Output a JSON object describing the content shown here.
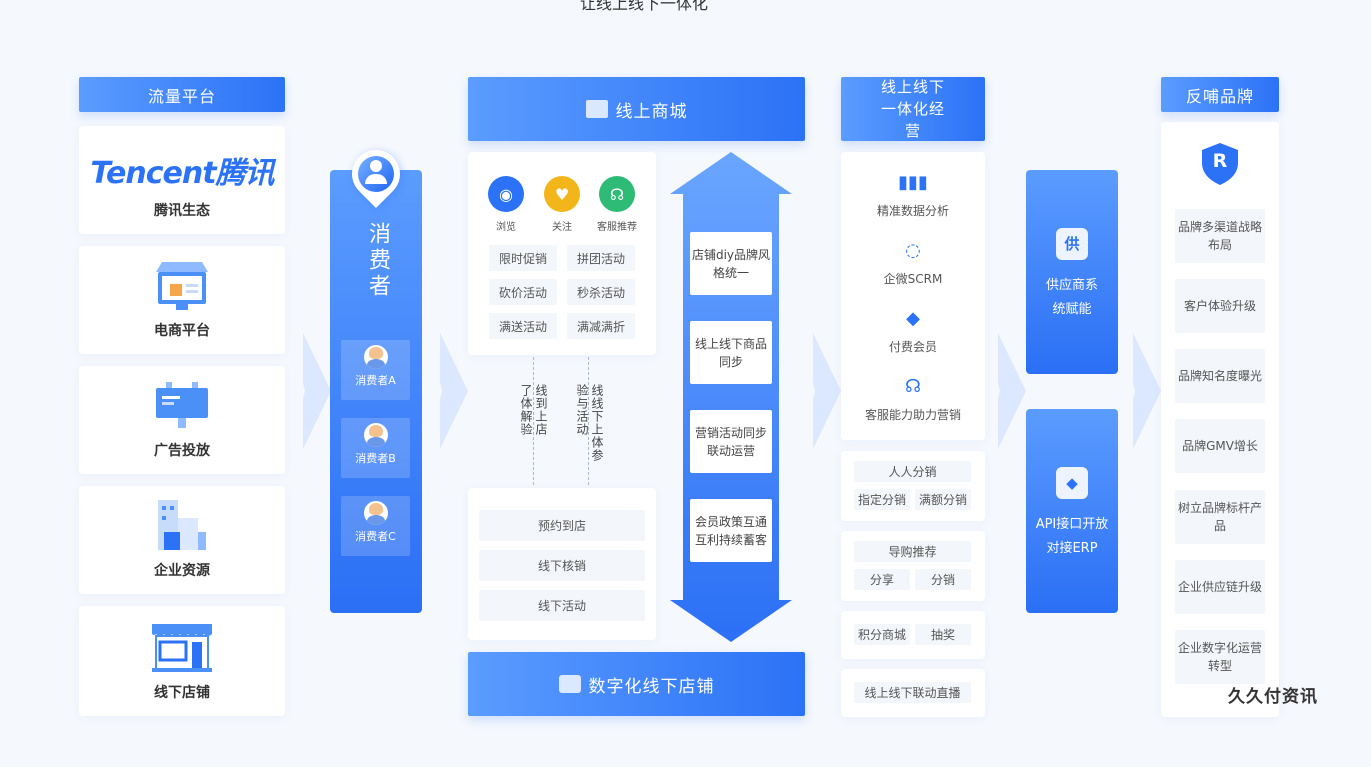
{
  "top_caption": "让线上线下一体化",
  "sources": {
    "header": "流量平台",
    "tencent_logo": "Tencent腾讯",
    "items": [
      {
        "label": "腾讯生态"
      },
      {
        "label": "电商平台"
      },
      {
        "label": "广告投放"
      },
      {
        "label": "企业资源"
      },
      {
        "label": "线下店铺"
      }
    ]
  },
  "consumers": {
    "title": "消费者",
    "items": [
      "消费者A",
      "消费者B",
      "消费者C"
    ]
  },
  "online_mall": {
    "header": "线上商城",
    "icons": [
      "浏览",
      "关注",
      "客服推荐"
    ],
    "tags": [
      "限时促销",
      "拼团活动",
      "砍价活动",
      "秒杀活动",
      "满送活动",
      "满减满折"
    ],
    "online_to_store": "线到上店了体解验",
    "offline_to_online": "线线下上体参验与活动",
    "offline_items": [
      "预约到店",
      "线下核销",
      "线下活动"
    ],
    "bottom_header": "数字化线下店铺"
  },
  "sync": {
    "items": [
      "店铺diy品牌风格统一",
      "线上线下商品同步",
      "营销活动同步联动运营",
      "会员政策互通互利持续蓄客"
    ]
  },
  "operation": {
    "header": "线上线下一体化经营",
    "items": [
      "精准数据分析",
      "企微SCRM",
      "付费会员",
      "客服能力助力营销"
    ],
    "tags": [
      "人人分销",
      "指定分销",
      "满额分销",
      "导购推荐",
      "分享",
      "分销",
      "积分商城",
      "抽奖",
      "线上线下联动直播"
    ]
  },
  "supply": {
    "items": [
      {
        "icon": "供",
        "label": "供应商系统赋能"
      },
      {
        "label": "API接口开放对接ERP"
      }
    ]
  },
  "brand": {
    "header": "反哺品牌",
    "logo_letter": "R",
    "items": [
      "品牌多渠道战略布局",
      "客户体验升级",
      "品牌知名度曝光",
      "品牌GMV增长",
      "树立品牌标杆产品",
      "企业供应链升级",
      "企业数字化运营转型"
    ]
  },
  "watermark": "久久付资讯",
  "colors": {
    "accent": "#2b72f6",
    "accent_light": "#5b9cff"
  }
}
